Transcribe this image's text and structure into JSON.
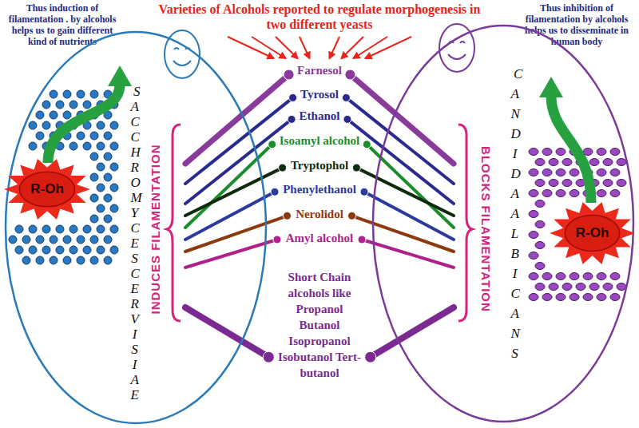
{
  "diagram": {
    "title": "Varieties of Alcohols reported to regulate morphogenesis in two different yeasts",
    "nodes": [
      {
        "text": [
          "SACCHROMYCES CERVISIAE",
          "INDUCES FILAMENTATION"
        ]
      },
      {
        "text": [
          "R-Oh"
        ],
        "in": 0
      },
      {
        "text": [
          "CANDIDA ALBICANS",
          "BLOCKS FILAMENTATION"
        ]
      },
      {
        "text": [
          "R-Oh"
        ],
        "in": 2
      },
      {
        "text": [
          "Farnesol"
        ]
      },
      {
        "text": [
          "Tyrosol"
        ]
      },
      {
        "text": [
          "Ethanol"
        ]
      },
      {
        "text": [
          "Isoamyl alcohol"
        ]
      },
      {
        "text": [
          "Tryptophol"
        ]
      },
      {
        "text": [
          "Phenylethanol"
        ]
      },
      {
        "text": [
          "Nerolidol"
        ]
      },
      {
        "text": [
          "Amyl alcohol"
        ]
      },
      {
        "text": [
          "Short Chain alcohols like Propanol Butanol Isopropanol Isobutanol Tert-butanol"
        ]
      }
    ],
    "edges": [
      {
        "from": 4,
        "to": 0,
        "arrow": "none"
      },
      {
        "from": 4,
        "to": 2,
        "arrow": "none"
      },
      {
        "from": 5,
        "to": 0,
        "arrow": "none"
      },
      {
        "from": 5,
        "to": 2,
        "arrow": "none"
      },
      {
        "from": 6,
        "to": 0,
        "arrow": "none"
      },
      {
        "from": 6,
        "to": 2,
        "arrow": "none"
      },
      {
        "from": 7,
        "to": 0,
        "arrow": "none"
      },
      {
        "from": 7,
        "to": 2,
        "arrow": "none"
      },
      {
        "from": 8,
        "to": 0,
        "arrow": "none"
      },
      {
        "from": 8,
        "to": 2,
        "arrow": "none"
      },
      {
        "from": 9,
        "to": 0,
        "arrow": "none"
      },
      {
        "from": 9,
        "to": 2,
        "arrow": "none"
      },
      {
        "from": 10,
        "to": 0,
        "arrow": "none"
      },
      {
        "from": 10,
        "to": 2,
        "arrow": "none"
      },
      {
        "from": 11,
        "to": 0,
        "arrow": "none"
      },
      {
        "from": 11,
        "to": 2,
        "arrow": "none"
      },
      {
        "from": 12,
        "to": 0,
        "arrow": "none"
      },
      {
        "from": 12,
        "to": 2,
        "arrow": "none"
      }
    ],
    "labels": [
      "Thus induction of filamentation . by alcohols helps us to gain different kind of nutrients",
      "Thus inhibition of filamentation by alcohols helps us to disseminate in human body"
    ]
  }
}
